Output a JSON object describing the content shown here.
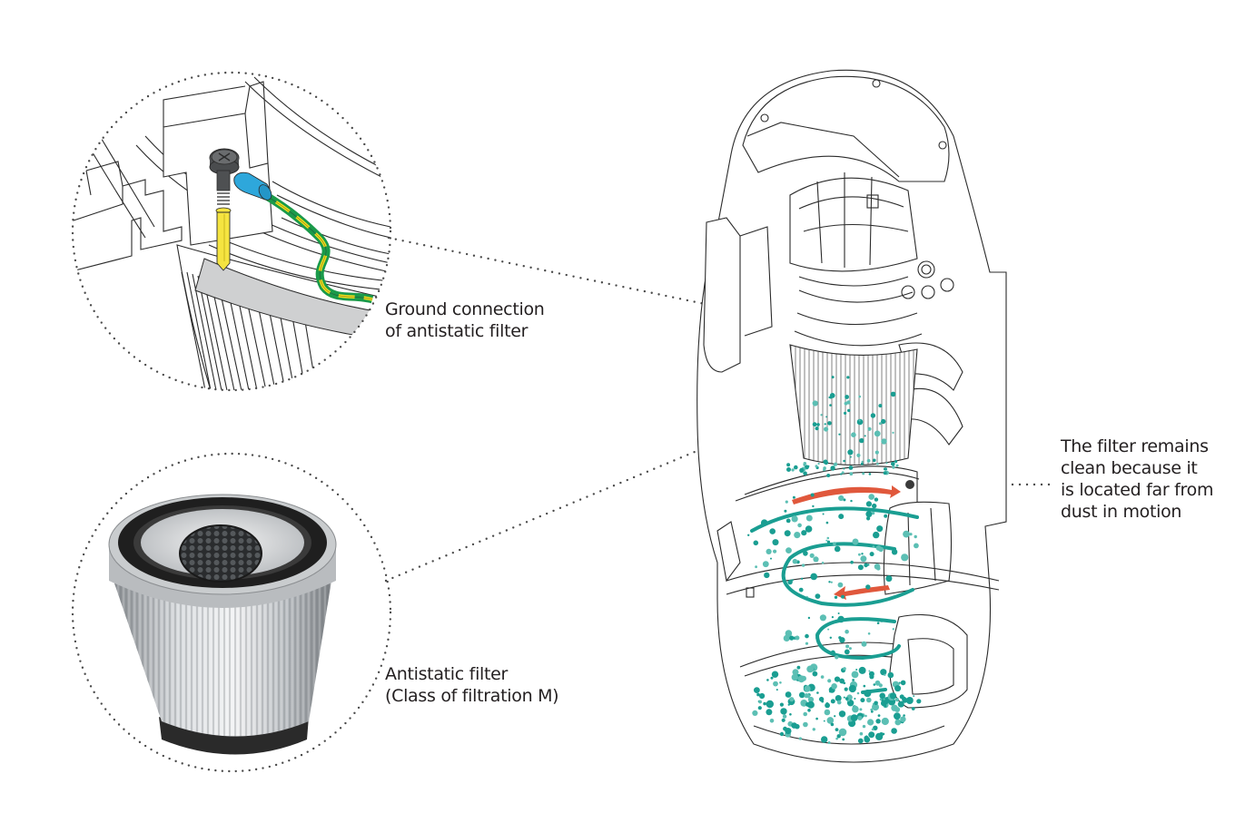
{
  "callouts": {
    "ground_connection": {
      "lines": [
        "Ground connection",
        "of antistatic filter"
      ]
    },
    "antistatic_filter": {
      "lines": [
        "Antistatic filter",
        "(Class of filtration M)"
      ]
    },
    "clean_filter": {
      "lines": [
        "The filter remains",
        "clean because it",
        "is located far from",
        "dust in motion"
      ]
    }
  },
  "colors": {
    "dust": "#1a9e92",
    "dust_light": "#5cbfb4",
    "airflow_arrow": "#e0583c",
    "wire_green": "#1a9a4a",
    "wire_yellow": "#f5e21a",
    "connector_blue": "#2ea7db",
    "pin_yellow": "#f5e440",
    "leader_dots": "#4a4a4a",
    "outline": "#2b2b2b"
  }
}
